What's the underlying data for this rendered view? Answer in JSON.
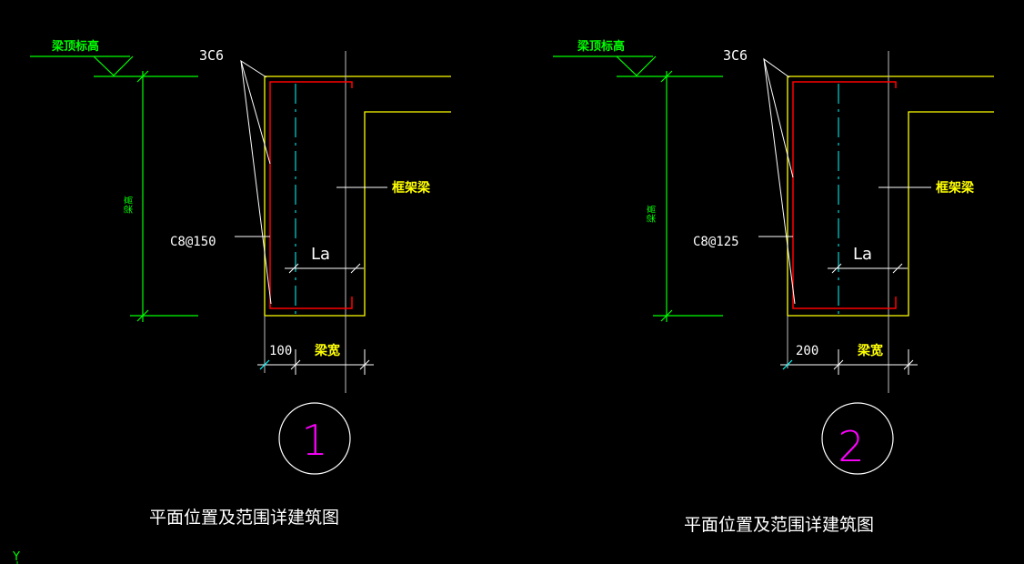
{
  "details": [
    {
      "id": "detail-1",
      "beam_top_label": "梁顶标高",
      "height_label": "梁高",
      "top_bar_label": "3C6",
      "stirrup_label": "C8@150",
      "frame_beam_label": "框架梁",
      "anchor_label": "La",
      "offset_label": "100",
      "beam_width_label": "梁宽",
      "number": "1",
      "caption": "平面位置及范围详建筑图"
    },
    {
      "id": "detail-2",
      "beam_top_label": "梁顶标高",
      "height_label": "梁高",
      "top_bar_label": "3C6",
      "stirrup_label": "C8@125",
      "frame_beam_label": "框架梁",
      "anchor_label": "La",
      "offset_label": "200",
      "beam_width_label": "梁宽",
      "number": "2",
      "caption": "平面位置及范围详建筑图"
    }
  ],
  "ucs_axis_label": "Y",
  "colors": {
    "background": "#000000",
    "beam_outline": "#ffff00",
    "rebar": "#ff0000",
    "dimension": "#00ff00",
    "centerline": "#00ffff",
    "leader": "#ffffff",
    "number_text": "#ff00ff",
    "label_text": "#ffffff",
    "accent_text": "#ffff00",
    "grid_gray": "#c0c0c0"
  }
}
